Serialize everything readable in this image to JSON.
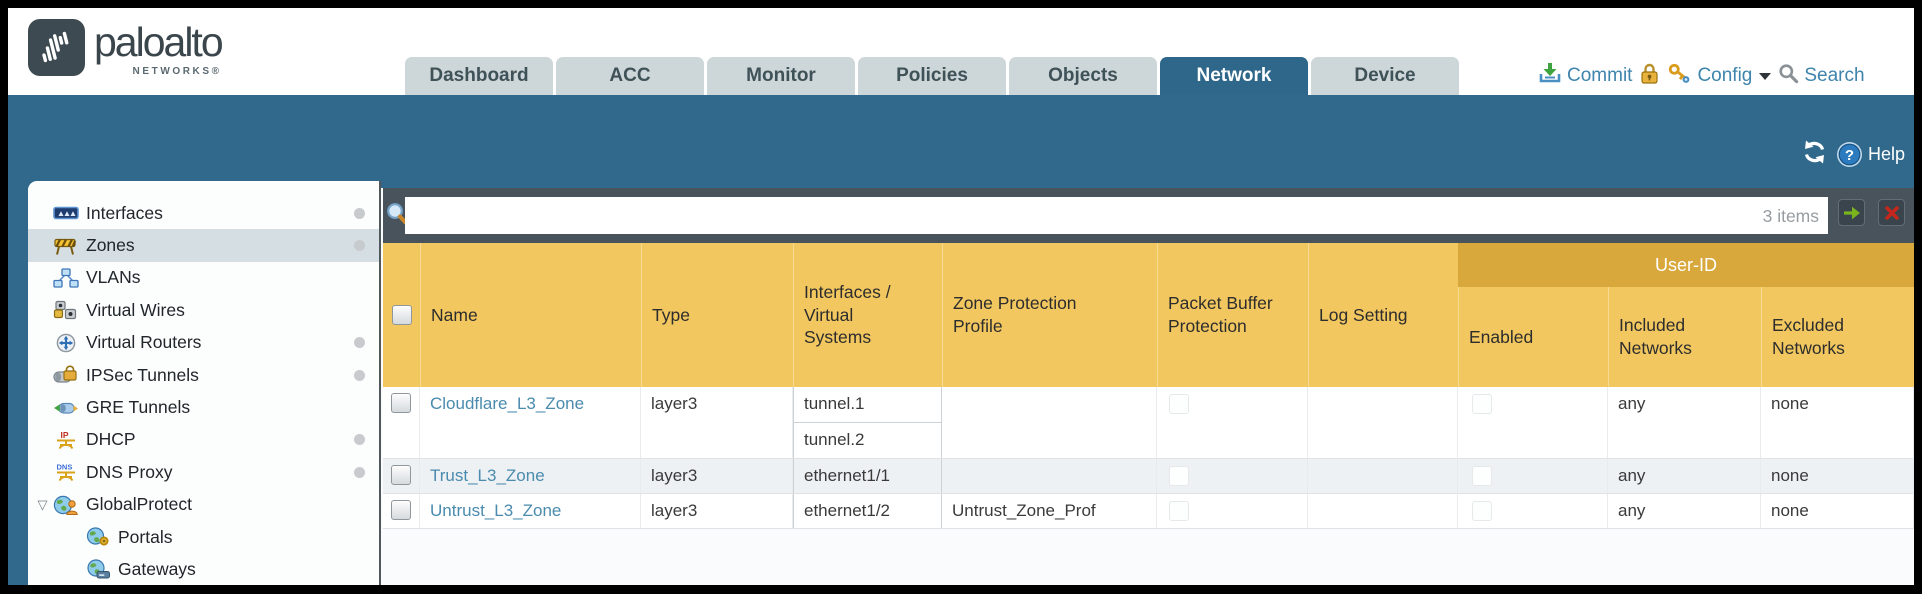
{
  "header": {
    "brand": {
      "wordmark": "paloalto",
      "sub": "NETWORKS®"
    },
    "tabs": [
      {
        "label": "Dashboard",
        "active": false
      },
      {
        "label": "ACC",
        "active": false
      },
      {
        "label": "Monitor",
        "active": false
      },
      {
        "label": "Policies",
        "active": false
      },
      {
        "label": "Objects",
        "active": false
      },
      {
        "label": "Network",
        "active": true
      },
      {
        "label": "Device",
        "active": false
      }
    ],
    "utility": {
      "commit": "Commit",
      "config": "Config",
      "search": "Search"
    }
  },
  "toolbar": {
    "help": "Help"
  },
  "sidebar": {
    "items": [
      {
        "label": "Interfaces",
        "icon": "interfaces",
        "selected": false,
        "dot": true,
        "child": false,
        "expanded": false
      },
      {
        "label": "Zones",
        "icon": "zones",
        "selected": true,
        "dot": true,
        "child": false,
        "expanded": false
      },
      {
        "label": "VLANs",
        "icon": "vlans",
        "selected": false,
        "dot": false,
        "child": false,
        "expanded": false
      },
      {
        "label": "Virtual Wires",
        "icon": "virtual-wires",
        "selected": false,
        "dot": false,
        "child": false,
        "expanded": false
      },
      {
        "label": "Virtual Routers",
        "icon": "virtual-routers",
        "selected": false,
        "dot": true,
        "child": false,
        "expanded": false
      },
      {
        "label": "IPSec Tunnels",
        "icon": "ipsec-tunnels",
        "selected": false,
        "dot": true,
        "child": false,
        "expanded": false
      },
      {
        "label": "GRE Tunnels",
        "icon": "gre-tunnels",
        "selected": false,
        "dot": false,
        "child": false,
        "expanded": false
      },
      {
        "label": "DHCP",
        "icon": "dhcp",
        "selected": false,
        "dot": true,
        "child": false,
        "expanded": false
      },
      {
        "label": "DNS Proxy",
        "icon": "dns-proxy",
        "selected": false,
        "dot": true,
        "child": false,
        "expanded": false
      },
      {
        "label": "GlobalProtect",
        "icon": "globalprotect",
        "selected": false,
        "dot": false,
        "child": false,
        "expanded": true
      },
      {
        "label": "Portals",
        "icon": "portals",
        "selected": false,
        "dot": false,
        "child": true,
        "expanded": false
      },
      {
        "label": "Gateways",
        "icon": "gateways",
        "selected": false,
        "dot": false,
        "child": true,
        "expanded": false
      }
    ]
  },
  "filter": {
    "value": "",
    "items_count": "3 items"
  },
  "table": {
    "group_header": "User-ID",
    "columns": {
      "name": "Name",
      "type": "Type",
      "interfaces": "Interfaces / Virtual Systems",
      "zpp": "Zone Protection Profile",
      "pbp": "Packet Buffer Protection",
      "log": "Log Setting",
      "enabled": "Enabled",
      "included": "Included Networks",
      "excluded": "Excluded Networks"
    },
    "rows": [
      {
        "name": "Cloudflare_L3_Zone",
        "type": "layer3",
        "interfaces": [
          "tunnel.1",
          "tunnel.2"
        ],
        "zone_protection_profile": "",
        "log_setting": "",
        "included_networks": "any",
        "excluded_networks": "none"
      },
      {
        "name": "Trust_L3_Zone",
        "type": "layer3",
        "interfaces": [
          "ethernet1/1"
        ],
        "zone_protection_profile": "",
        "log_setting": "",
        "included_networks": "any",
        "excluded_networks": "none"
      },
      {
        "name": "Untrust_L3_Zone",
        "type": "layer3",
        "interfaces": [
          "ethernet1/2"
        ],
        "zone_protection_profile": "Untrust_Zone_Prof",
        "log_setting": "",
        "included_networks": "any",
        "excluded_networks": "none"
      }
    ]
  },
  "colors": {
    "accent_teal": "#31698C",
    "header_gold": "#F2C75F",
    "group_gold": "#D9A83C",
    "link_blue": "#4A8BAE",
    "bar_slate": "#49535B"
  }
}
